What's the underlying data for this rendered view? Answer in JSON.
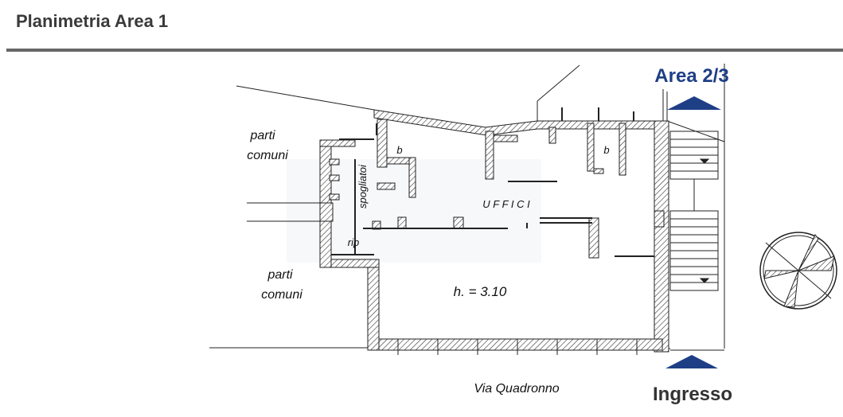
{
  "header": {
    "title": "Planimetria Area 1"
  },
  "plan": {
    "area_label": "Area 2/3",
    "entrance_label": "Ingresso",
    "street_label": "Via Quadronno",
    "offices_label": "U F F I C I",
    "height_label": "h. = 3.10",
    "common_top_line1": "parti",
    "common_top_line2": "comuni",
    "common_bottom_line1": "parti",
    "common_bottom_line2": "comuni",
    "changing_rooms_label": "spogliatoi",
    "storage_label": "rip",
    "bath_label_1": "b",
    "bath_label_2": "b"
  },
  "colors": {
    "accent_blue": "#1e3f86",
    "header_rule": "#666666",
    "wall": "#444444"
  },
  "icons": {
    "compass": "compass-icon",
    "arrow": "triangle-arrow-icon"
  }
}
